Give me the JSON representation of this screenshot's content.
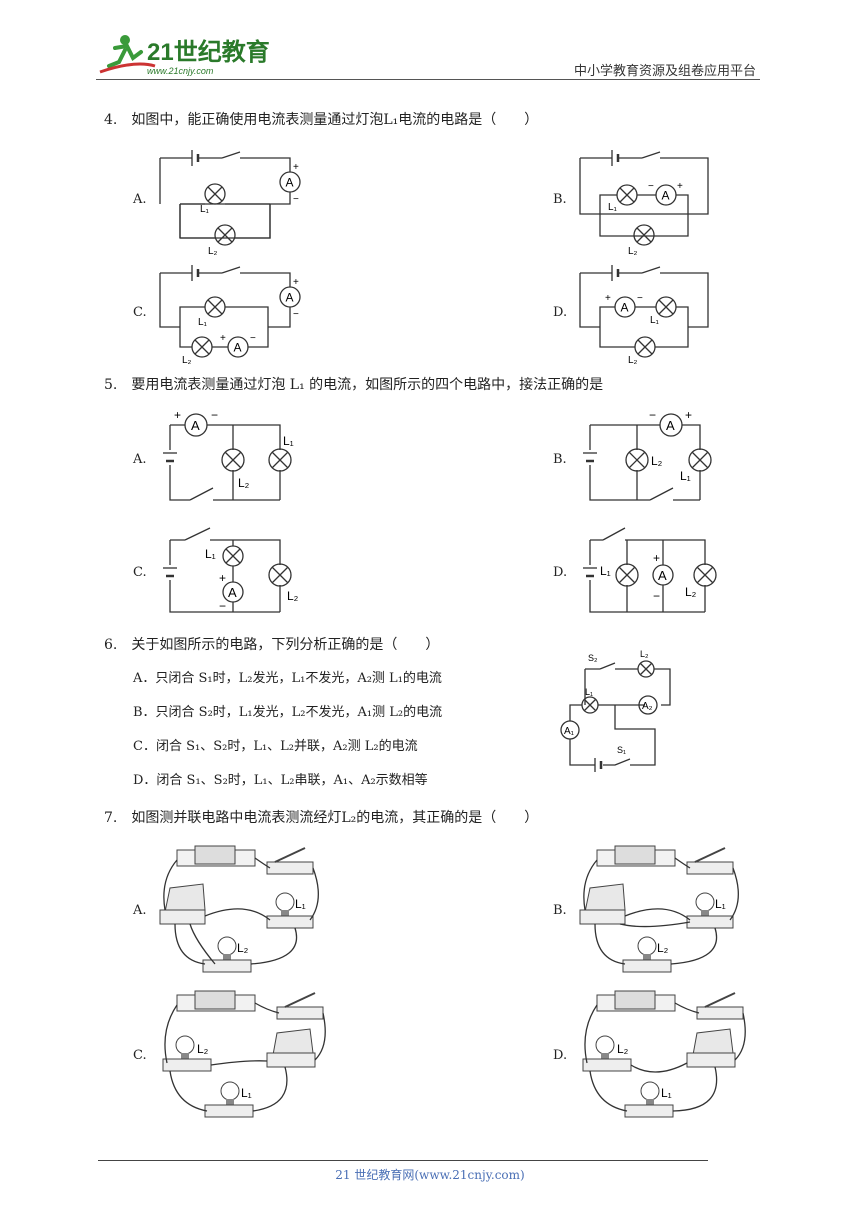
{
  "header": {
    "logo_text": "21世纪教育",
    "logo_url_text": "www.21cnjy.com",
    "right_text": "中小学教育资源及组卷应用平台"
  },
  "q4": {
    "stem": "4.　如图中，能正确使用电流表测量通过灯泡L₁电流的电路是（　　）",
    "options": [
      "A.",
      "B.",
      "C.",
      "D."
    ]
  },
  "q5": {
    "stem": "5.　要用电流表测量通过灯泡 L₁ 的电流，如图所示的四个电路中，接法正确的是",
    "options": [
      "A.",
      "B.",
      "C.",
      "D."
    ]
  },
  "q6": {
    "stem": "6.　关于如图所示的电路，下列分析正确的是（　　）",
    "choices": [
      "A．只闭合 S₁时，L₂发光，L₁不发光，A₂测 L₁的电流",
      "B．只闭合 S₂时，L₁发光，L₂不发光，A₁测 L₂的电流",
      "C．闭合 S₁、S₂时，L₁、L₂并联，A₂测 L₂的电流",
      "D．闭合 S₁、S₂时，L₁、L₂串联，A₁、A₂示数相等"
    ]
  },
  "q7": {
    "stem": "7.　如图测并联电路中电流表测流经灯L₂的电流，其正确的是（　　）",
    "options": [
      "A.",
      "B.",
      "C.",
      "D."
    ]
  },
  "labels": {
    "A": "A",
    "L1": "L₁",
    "L2": "L₂",
    "S1": "S₁",
    "S2": "S₂",
    "A1": "A₁",
    "A2": "A₂",
    "plus": "+",
    "minus": "−"
  },
  "footer": {
    "text": "21 世纪教育网(www.21cnjy.com)"
  }
}
